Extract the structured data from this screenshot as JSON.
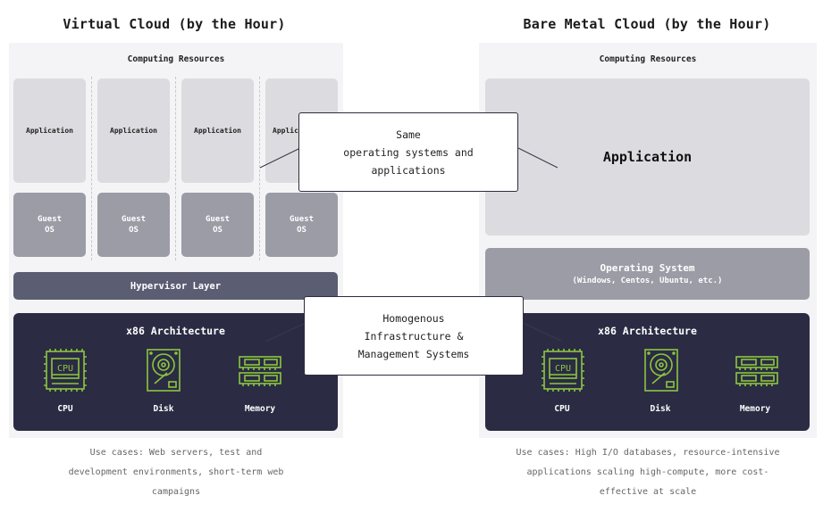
{
  "left": {
    "title": "Virtual Cloud (by the Hour)",
    "computing_label": "Computing Resources",
    "apps": [
      "Application",
      "Application",
      "Application",
      "Applic"
    ],
    "guest_os": [
      "Guest\nOS",
      "Guest\nOS",
      "Guest\nOS",
      "Guest\nOS"
    ],
    "hypervisor": "Hypervisor Layer",
    "arch_title": "x86 Architecture",
    "hw": {
      "cpu": "CPU",
      "disk": "Disk",
      "memory": "Memory"
    },
    "caption": "Use cases: Web servers, test and\ndevelopment environments, short-term web\ncampaigns"
  },
  "right": {
    "title": "Bare Metal Cloud (by the Hour)",
    "computing_label": "Computing Resources",
    "application": "Application",
    "os_title": "Operating System",
    "os_sub": "(Windows, Centos, Ubuntu, etc.)",
    "arch_title": "x86 Architecture",
    "hw": {
      "cpu": "CPU",
      "disk": "Disk",
      "memory": "Memory"
    },
    "caption": "Use cases: High I/O databases, resource-intensive\napplications scaling high-compute, more cost-\neffective at scale"
  },
  "callouts": {
    "top": "Same\noperating systems and\napplications",
    "bottom": "Homogenous\nInfrastructure &\nManagement Systems"
  },
  "colors": {
    "panel": "#f4f4f6",
    "app": "#dcdce0",
    "os": "#9b9ca6",
    "hypervisor": "#5b5d73",
    "architecture": "#2b2b44",
    "icon": "#8cc63f"
  }
}
